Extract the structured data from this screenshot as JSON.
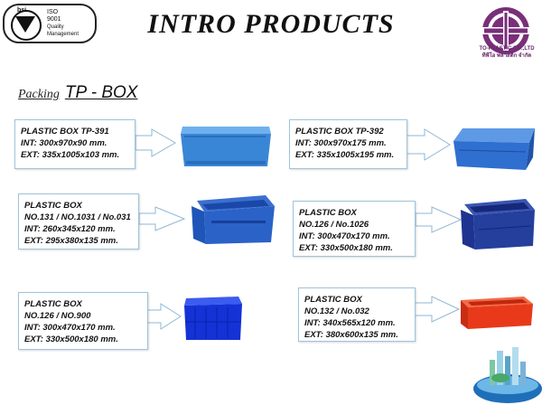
{
  "header": {
    "title": "INTRO PRODUCTS",
    "iso_badge": {
      "brand": "bsi.",
      "lines": [
        "ISO",
        "9001",
        "Quality",
        "Management"
      ]
    },
    "logo_text": [
      "TO-PLASTIC CO.,LTD",
      "ทีพีโอ พลาสติก จำกัด"
    ]
  },
  "section": {
    "label": "Packing",
    "name": "TP - BOX"
  },
  "products": [
    {
      "lines": [
        "PLASTIC BOX TP-391",
        "INT: 300x970x90 mm.",
        "EXT: 335x1005x103 mm."
      ],
      "color": "#3a86d6"
    },
    {
      "lines": [
        "PLASTIC BOX TP-392",
        "INT: 300x970x175 mm.",
        "EXT: 335x1005x195 mm."
      ],
      "color": "#2f6fd0"
    },
    {
      "lines": [
        "PLASTIC BOX",
        "NO.131 / NO.1031 / No.031",
        "INT: 260x345x120 mm.",
        "EXT: 295x380x135 mm."
      ],
      "color": "#1f55b8"
    },
    {
      "lines": [
        "PLASTIC BOX",
        "NO.126 / No.1026",
        "INT: 300x470x170 mm.",
        "EXT: 330x500x180 mm."
      ],
      "color": "#243f9c"
    },
    {
      "lines": [
        "PLASTIC BOX",
        "NO.126 / NO.900",
        "INT: 300x470x170 mm.",
        "EXT: 330x500x180 mm."
      ],
      "color": "#1432d6"
    },
    {
      "lines": [
        "PLASTIC BOX",
        "NO.132 / No.032",
        "INT: 340x565x120 mm.",
        "EXT: 380x600x135 mm."
      ],
      "color": "#e83a1a"
    }
  ]
}
